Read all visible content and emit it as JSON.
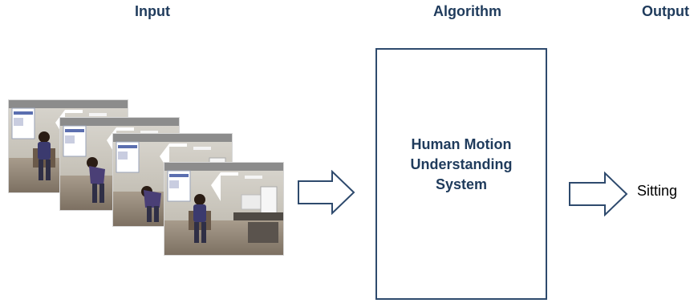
{
  "headers": {
    "input": "Input",
    "algorithm": "Algorithm",
    "output": "Output"
  },
  "algorithm_box": {
    "lines": [
      "Human Motion",
      "Understanding",
      "System"
    ]
  },
  "output_value": "Sitting",
  "input_frames": [
    {
      "pose": "sitting"
    },
    {
      "pose": "leaning"
    },
    {
      "pose": "bending"
    },
    {
      "pose": "sitting"
    }
  ],
  "colors": {
    "header_text": "#1f3b5c",
    "box_border": "#2e4a6d",
    "arrow_stroke": "#2e4a6d"
  }
}
